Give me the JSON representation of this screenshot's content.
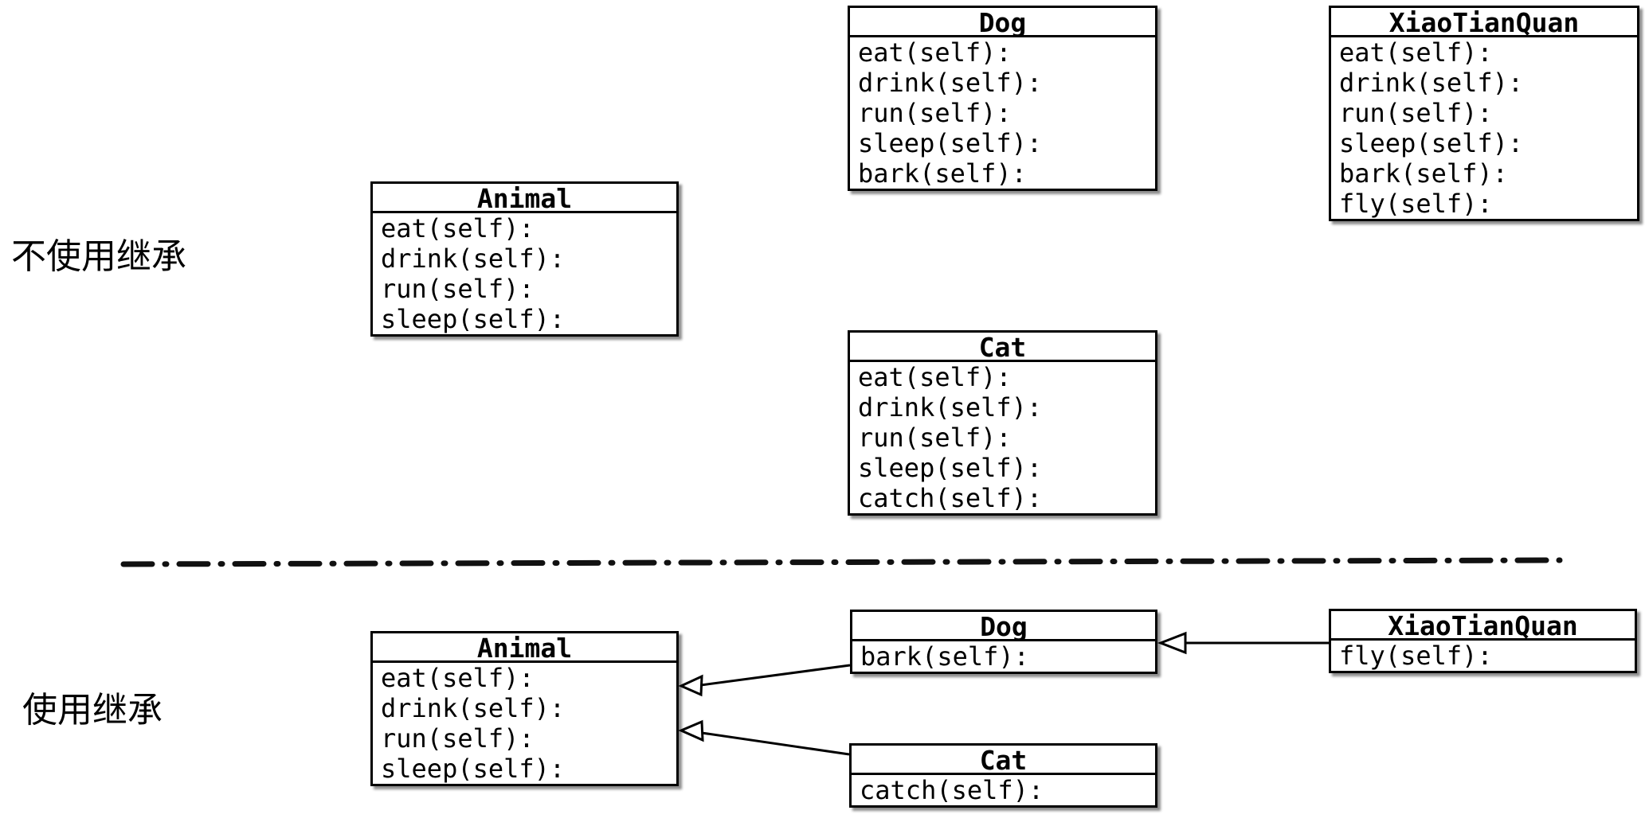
{
  "diagram": {
    "colors": {
      "background": "#ffffff",
      "box_fill": "#ffffff",
      "box_border": "#000000",
      "text": "#000000"
    },
    "sections": {
      "top": {
        "label": "不使用继承",
        "boxes": [
          {
            "id": "animal",
            "title": "Animal",
            "methods": [
              "eat(self):",
              "drink(self):",
              "run(self):",
              "sleep(self):"
            ]
          },
          {
            "id": "dog",
            "title": "Dog",
            "methods": [
              "eat(self):",
              "drink(self):",
              "run(self):",
              "sleep(self):",
              "bark(self):"
            ]
          },
          {
            "id": "xiaotianquan",
            "title": "XiaoTianQuan",
            "methods": [
              "eat(self):",
              "drink(self):",
              "run(self):",
              "sleep(self):",
              "bark(self):",
              "fly(self):"
            ]
          },
          {
            "id": "cat",
            "title": "Cat",
            "methods": [
              "eat(self):",
              "drink(self):",
              "run(self):",
              "sleep(self):",
              "catch(self):"
            ]
          }
        ]
      },
      "bottom": {
        "label": "使用继承",
        "boxes": [
          {
            "id": "animal",
            "title": "Animal",
            "methods": [
              "eat(self):",
              "drink(self):",
              "run(self):",
              "sleep(self):"
            ]
          },
          {
            "id": "dog",
            "title": "Dog",
            "methods": [
              "bark(self):"
            ]
          },
          {
            "id": "xiaotianquan",
            "title": "XiaoTianQuan",
            "methods": [
              "fly(self):"
            ]
          },
          {
            "id": "cat",
            "title": "Cat",
            "methods": [
              "catch(self):"
            ]
          }
        ],
        "relations": [
          {
            "from": "Dog",
            "to": "Animal",
            "type": "inheritance"
          },
          {
            "from": "Cat",
            "to": "Animal",
            "type": "inheritance"
          },
          {
            "from": "XiaoTianQuan",
            "to": "Dog",
            "type": "inheritance"
          }
        ]
      }
    }
  }
}
